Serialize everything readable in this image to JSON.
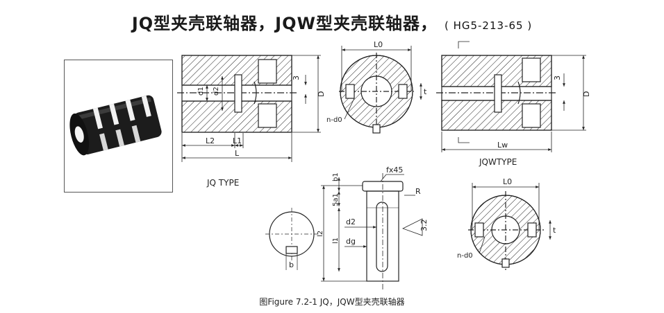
{
  "title": {
    "main": "JQ型夹壳联轴器，JQW型夹壳联轴器，",
    "standard": "( HG5-213-65 )"
  },
  "labels": {
    "jq_type": "JQ TYPE",
    "jqw_type": "JQWTYPE",
    "dim_L": "L",
    "dim_L1": "L1",
    "dim_L2": "L2",
    "dim_Lw": "Lw",
    "dim_L0_top": "L0",
    "dim_L0_bottom": "L0",
    "dim_D_jq": "D",
    "dim_D_jqw": "D",
    "dim_3_jq": "3",
    "dim_3_jqw": "3",
    "dim_d1": "d1",
    "dim_d2_jq": "d2",
    "dim_t_top": "t",
    "dim_t_bottom": "t",
    "dim_nd0_top": "n-d0",
    "dim_nd0_bottom": "n-d0",
    "bolt_fx45": "fx45",
    "bolt_R": "R",
    "bolt_b1": "b1",
    "bolt_5a1": "5a1",
    "bolt_l2": "l2",
    "bolt_l1": "l1",
    "bolt_d2": "d2",
    "bolt_dg": "dg",
    "bolt_rough": "3.2",
    "key_b": "b"
  },
  "caption": "图Figure 7.2-1 JQ，JQW型夹壳联轴器"
}
